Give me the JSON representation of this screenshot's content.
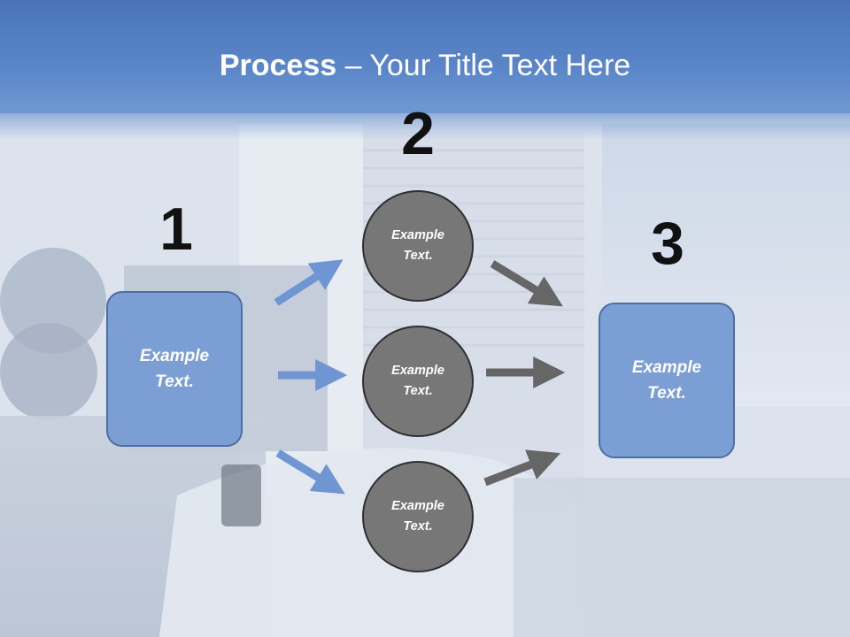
{
  "title": {
    "bold": "Process",
    "rest": " – Your Title Text Here"
  },
  "steps": {
    "one": "1",
    "two": "2",
    "three": "3"
  },
  "boxes": {
    "left": "Example\nText.",
    "right": "Example\nText."
  },
  "circles": {
    "top": "Example\nText.",
    "middle": "Example\nText.",
    "bottom": "Example\nText."
  },
  "colors": {
    "header": "#5a86c9",
    "box_fill": "#7b9fd4",
    "circle_fill": "#777777",
    "arrow_blue": "#6f95d2",
    "arrow_gray": "#666666"
  }
}
